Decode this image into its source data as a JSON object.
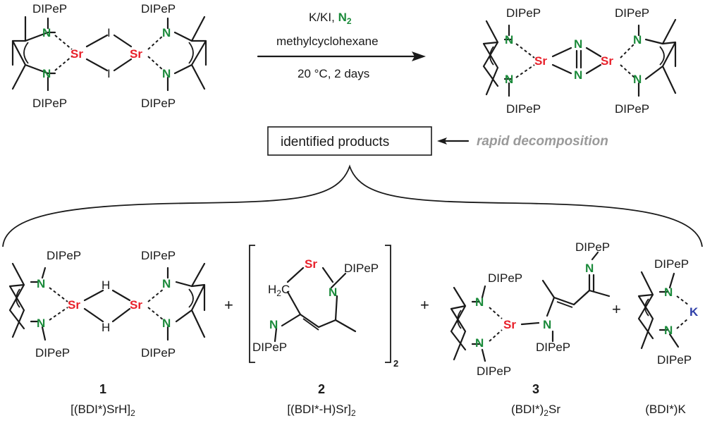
{
  "colors": {
    "nitrogen": "#1a8a3a",
    "strontium": "#e8202a",
    "potassium": "#2f3fa8",
    "decomposition": "#9a9a9a",
    "ink": "#1a1a1a"
  },
  "atoms": {
    "N": "N",
    "Sr": "Sr",
    "I": "I",
    "H": "H",
    "K": "K"
  },
  "substituent": "DIPeP",
  "reaction": {
    "reagent_prefix": "K/KI, ",
    "reagent_n2_symbol": "N",
    "reagent_n2_sub": "2",
    "solvent": "methylcyclohexane",
    "conditions": "20 °C, 2 days"
  },
  "identified_products_label": "identified products",
  "decomposition_label": "rapid decomposition",
  "compound2_ch2": "H",
  "compound2_ch2_sub": "2",
  "compound2_ch2_c": "C",
  "compound2_bracket_sub": "2",
  "plus": "+",
  "products": [
    {
      "number": "1",
      "formula": [
        "[(BDI*)SrH]",
        "2",
        ""
      ]
    },
    {
      "number": "2",
      "formula": [
        "[(BDI*-H)Sr]",
        "2",
        ""
      ]
    },
    {
      "number": "3",
      "formula": [
        "(BDI*)",
        "2",
        "Sr"
      ]
    },
    {
      "number": "",
      "formula": [
        "(BDI*)K",
        "",
        ""
      ]
    }
  ]
}
